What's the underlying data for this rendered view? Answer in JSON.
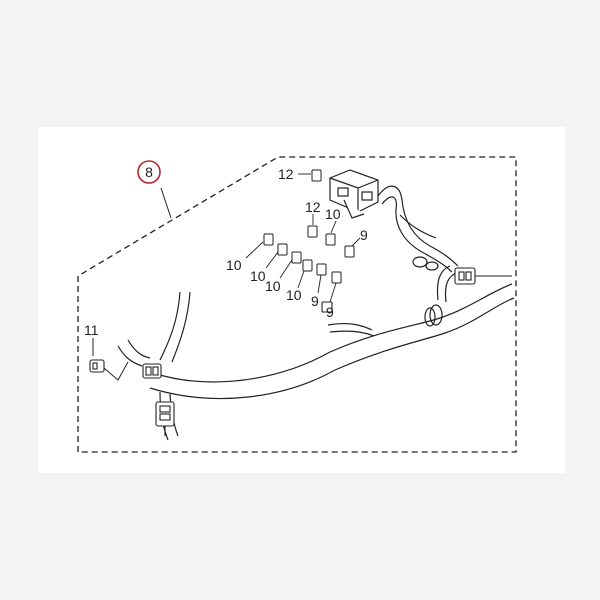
{
  "diagram": {
    "assembly_ref": "8",
    "ref_ring_color": "#b3262d",
    "line_color": "#222222",
    "callouts": {
      "c12a": "12",
      "c12b": "12",
      "c10a": "10",
      "c9a": "9",
      "c10b": "10",
      "c10c": "10",
      "c10d": "10",
      "c10e": "10",
      "c9b": "9",
      "c9c": "9",
      "c11": "11"
    }
  }
}
